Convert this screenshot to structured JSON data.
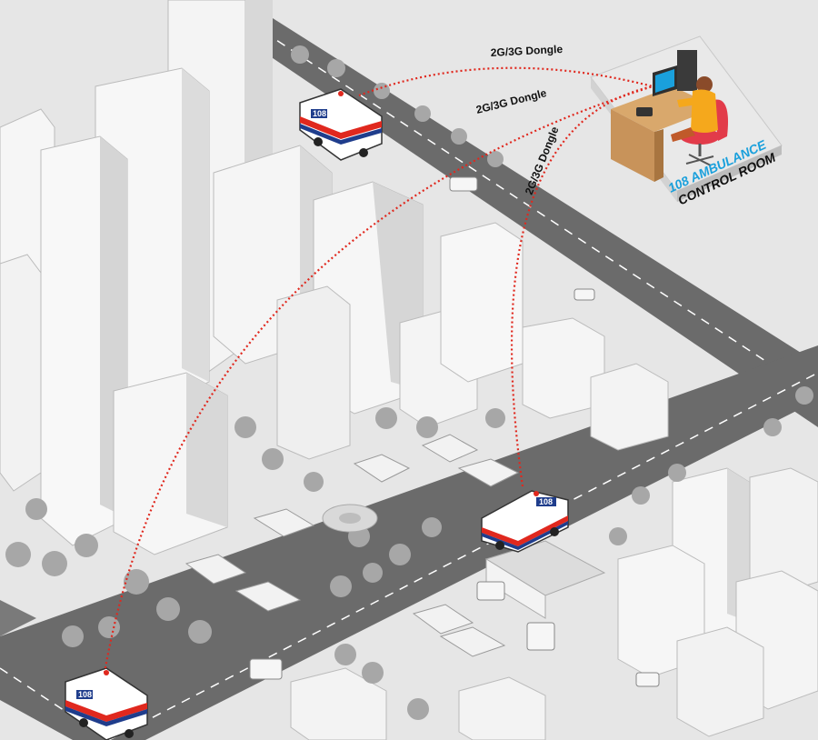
{
  "links": [
    {
      "id": "link-1",
      "label": "2G/3G Dongle"
    },
    {
      "id": "link-2",
      "label": "2G/3G Dongle"
    },
    {
      "id": "link-3",
      "label": "2G/3G Dongle"
    }
  ],
  "control_room": {
    "title_line1": "108 AMBULANCE",
    "title_line2": "CONTROL ROOM"
  },
  "ambulances": [
    {
      "id": "ambulance-top",
      "label": "108"
    },
    {
      "id": "ambulance-middle",
      "label": "108"
    },
    {
      "id": "ambulance-bottom",
      "label": "108"
    }
  ],
  "colors": {
    "signal_line": "#e0281e",
    "accent_blue": "#1aa0dc",
    "operator_shirt": "#f5a81c",
    "chair": "#e23b4a",
    "desk": "#c8935a",
    "road": "#6b6b6b",
    "building": "#f4f4f4",
    "tree": "#a7a7a7"
  }
}
